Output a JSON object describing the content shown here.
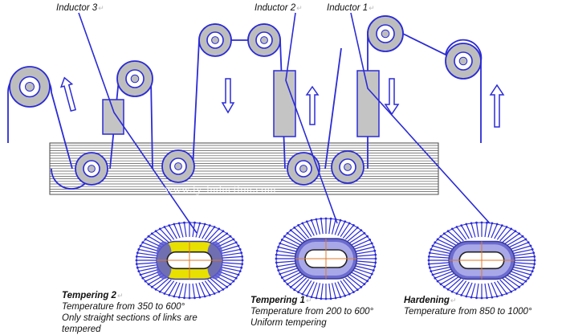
{
  "labels": {
    "inductor_3": "Inductor 3",
    "inductor_2": "Inductor 2",
    "inductor_1": "Inductor 1"
  },
  "watermark": "www.iy-induction.com",
  "captions": {
    "tempering_2": {
      "title": "Tempering 2",
      "line1": "Temperature from 350 to 600°",
      "line2": "Only straight sections of links are",
      "line3": "tempered"
    },
    "tempering_1": {
      "title": "Tempering 1",
      "line1": "Temperature from 200 to 600°",
      "line2": "Uniform tempering"
    },
    "hardening": {
      "title": "Hardening",
      "line1": "Temperature from 850 to 1000°"
    }
  },
  "paragraph_mark": "↵",
  "colors": {
    "line": "#2b2bd6",
    "roller_fill": "#bdbdbd",
    "inductor_fill": "#c4c4c4",
    "chain_stripe": "#555555",
    "heat_yellow": "#e8e000",
    "heat_dark": "#3a3a9a"
  }
}
